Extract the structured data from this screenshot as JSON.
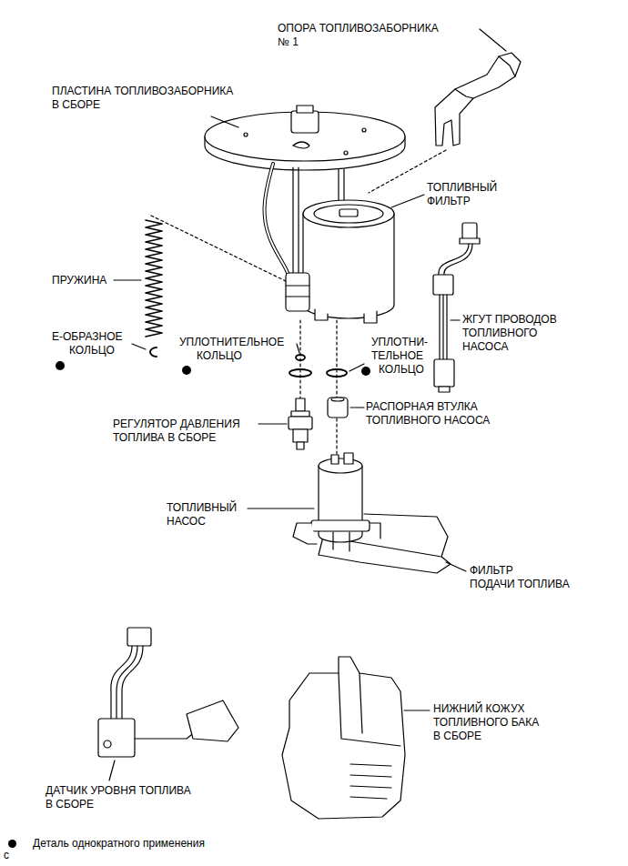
{
  "diagram": {
    "labels": [
      "ОПОРА ТОПЛИВОЗАБОРНИКА № 1",
      "ПЛАСТИНА ТОПЛИВОЗАБОРНИКА В СБОРЕ",
      "ТОПЛИВНЫЙ ФИЛЬТР",
      "ПРУЖИНА",
      "ЖГУТ ПРОВОДОВ ТОПЛИВНОГО НАСОСА",
      "Е-ОБРАЗНОЕ КОЛЬЦО",
      "УПЛОТНИТЕЛЬНОЕ КОЛЬЦО",
      "УПЛОТНИ- ТЕЛЬНОЕ КОЛЬЦО",
      "РАСПОРНАЯ ВТУЛКА ТОПЛИВНОГО НАСОСА",
      "РЕГУЛЯТОР ДАВЛЕНИЯ ТОПЛИВА В СБОРЕ",
      "ТОПЛИВНЫЙ НАСОС",
      "ФИЛЬТР ПОДАЧИ ТОПЛИВА",
      "НИЖНИЙ КОЖУХ ТОПЛИВНОГО БАКА В СБОРЕ",
      "ДАТЧИК УРОВНЯ ТОПЛИВА В СБОРЕ",
      "c"
    ],
    "legend": [
      {
        "text": "Деталь однократного применения"
      }
    ]
  }
}
